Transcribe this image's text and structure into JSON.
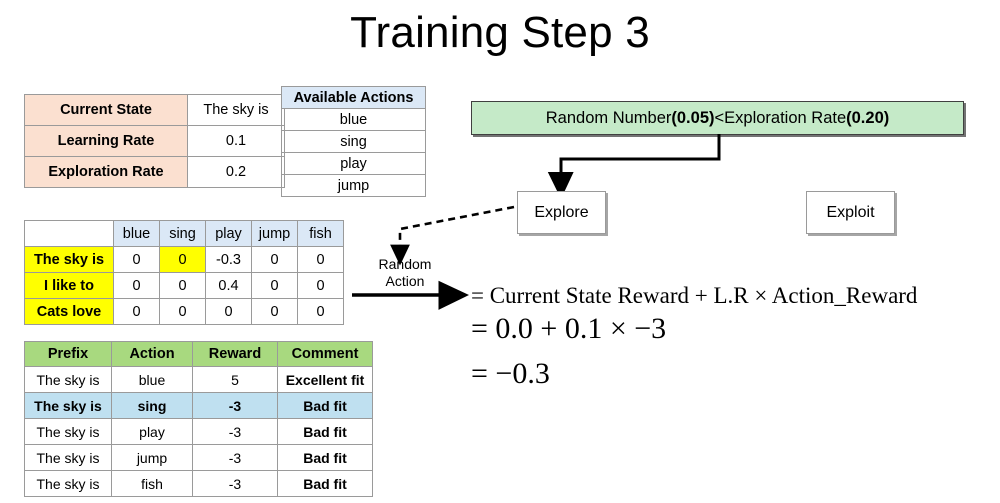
{
  "title": "Training Step 3",
  "params_table": {
    "rows": [
      {
        "key": "Current State",
        "value": "The sky is"
      },
      {
        "key": "Learning Rate",
        "value": "0.1"
      },
      {
        "key": "Exploration Rate",
        "value": "0.2"
      }
    ]
  },
  "actions_table": {
    "header": "Available Actions",
    "items": [
      "blue",
      "sing",
      "play",
      "jump"
    ]
  },
  "condition_banner": {
    "prefix_label": "Random Number ",
    "random_number": "(0.05)",
    "operator": " < ",
    "rate_label": " Exploration Rate ",
    "exploration_rate": "(0.20)",
    "bg_color": "#c5eac8"
  },
  "decision": {
    "explore_label": "Explore",
    "exploit_label": "Exploit"
  },
  "random_action_label": "Random\nAction",
  "q_table": {
    "corner": "",
    "columns": [
      "blue",
      "sing",
      "play",
      "jump",
      "fish"
    ],
    "rows": [
      {
        "label": "The sky is",
        "values": [
          "0",
          "0",
          "-0.3",
          "0",
          "0"
        ],
        "highlight_index": 1
      },
      {
        "label": "I like to",
        "values": [
          "0",
          "0",
          "0.4",
          "0",
          "0"
        ],
        "highlight_index": -1
      },
      {
        "label": "Cats love",
        "values": [
          "0",
          "0",
          "0",
          "0",
          "0"
        ],
        "highlight_index": -1
      }
    ],
    "row_label_color": "#ffff00",
    "col_header_color": "#dbe8f6",
    "highlight_color": "#ffff00"
  },
  "reward_table": {
    "headers": [
      "Prefix",
      "Action",
      "Reward",
      "Comment"
    ],
    "header_color": "#a8d97f",
    "highlight_color": "#bfe0f0",
    "rows": [
      {
        "prefix": "The sky is",
        "action": "blue",
        "reward": "5",
        "comment": "Excellent fit",
        "highlight": false
      },
      {
        "prefix": "The sky is",
        "action": "sing",
        "reward": "-3",
        "comment": "Bad fit",
        "highlight": true
      },
      {
        "prefix": "The sky is",
        "action": "play",
        "reward": "-3",
        "comment": "Bad fit",
        "highlight": false
      },
      {
        "prefix": "The sky is",
        "action": "jump",
        "reward": "-3",
        "comment": "Bad fit",
        "highlight": false
      },
      {
        "prefix": "The sky is",
        "action": "fish",
        "reward": "-3",
        "comment": "Bad fit",
        "highlight": false
      }
    ]
  },
  "equations": {
    "line1": "= Current State Reward + L.R × Action_Reward",
    "line2": "= 0.0 + 0.1 × −3",
    "line3": "= −0.3"
  }
}
